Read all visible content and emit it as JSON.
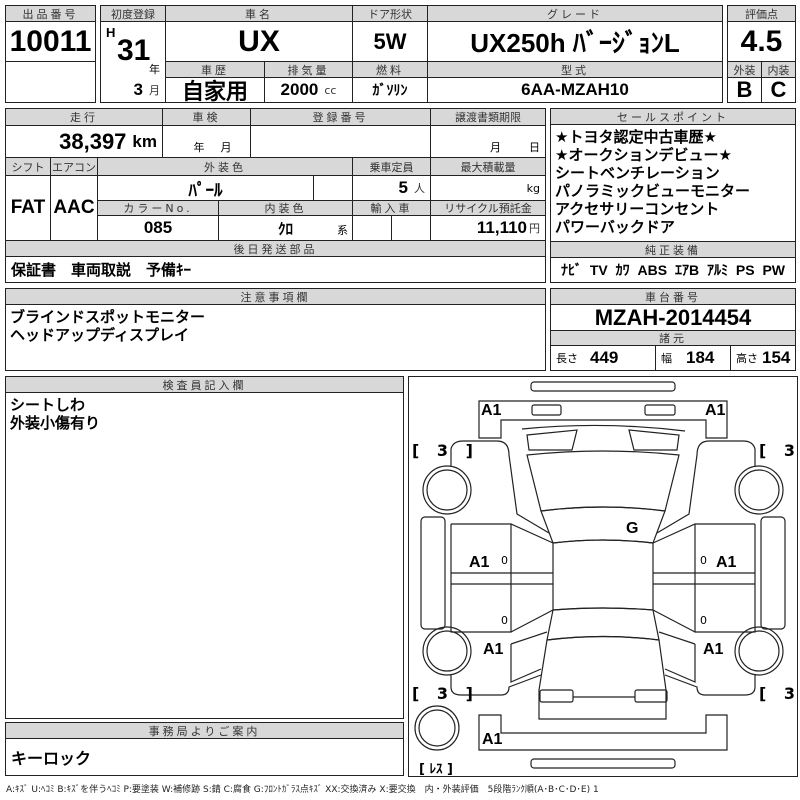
{
  "lot": {
    "label": "出品番号",
    "value": "10011"
  },
  "first_reg": {
    "label": "初度登録",
    "era": "H",
    "year": "31",
    "year_unit": "年",
    "month": "3",
    "month_unit": "月"
  },
  "car_name": {
    "label": "車名",
    "value": "UX"
  },
  "door": {
    "label": "ドア形状",
    "value": "5W"
  },
  "grade": {
    "label": "グレード",
    "value": "UX250h ﾊﾞｰｼﾞｮﾝL"
  },
  "history": {
    "label": "車歴",
    "value": "自家用"
  },
  "displacement": {
    "label": "排気量",
    "value": "2000",
    "unit": "cc"
  },
  "fuel": {
    "label": "燃料",
    "value": "ｶﾞｿﾘﾝ"
  },
  "model": {
    "label": "型式",
    "value": "6AA-MZAH10"
  },
  "score": {
    "label": "評価点",
    "value": "4.5",
    "ext_label": "外装",
    "ext_value": "B",
    "int_label": "内装",
    "int_value": "C"
  },
  "mileage": {
    "label": "走行",
    "value": "38,397",
    "unit": "km"
  },
  "inspection": {
    "label": "車検",
    "year_unit": "年",
    "month_unit": "月"
  },
  "registration": {
    "label": "登録番号"
  },
  "transfer": {
    "label": "譲渡書類期限",
    "month_unit": "月",
    "day_unit": "日"
  },
  "shift": {
    "label": "シフト",
    "value": "FAT"
  },
  "aircon": {
    "label": "エアコン",
    "value": "AAC"
  },
  "ext_color": {
    "label": "外装色",
    "value": "ﾊﾟｰﾙ"
  },
  "capacity": {
    "label": "乗車定員",
    "value": "5",
    "unit": "人"
  },
  "max_load": {
    "label": "最大積載量",
    "unit": "kg"
  },
  "color_no": {
    "label": "カラーNo.",
    "value": "085"
  },
  "int_color": {
    "label": "内装色",
    "value": "ｸﾛ",
    "unit": "系"
  },
  "import": {
    "label": "輸入車"
  },
  "recycle": {
    "label": "リサイクル預託金",
    "value": "11,110",
    "unit": "円"
  },
  "later_parts": {
    "label": "後日発送部品",
    "value": "保証書　車両取説　予備ｷｰ"
  },
  "sales_points": {
    "label": "セールスポイント",
    "items": [
      "★トヨタ認定中古車歴★",
      "★オークションデビュー★",
      "シートベンチレーション",
      "パノラミックビューモニター",
      "アクセサリーコンセント",
      "パワーバックドア"
    ]
  },
  "equipment": {
    "label": "純正装備",
    "value": "ﾅﾋﾞ TV ｶﾜ ABS ｴｱB ｱﾙﾐ PS PW"
  },
  "notes": {
    "label": "注意事項欄",
    "lines": [
      "ブラインドスポットモニター",
      "ヘッドアップディスプレイ"
    ]
  },
  "chassis": {
    "label": "車台番号",
    "value": "MZAH-2014454"
  },
  "specs": {
    "label": "諸元",
    "length_label": "長さ",
    "length": "449",
    "width_label": "幅",
    "width": "184",
    "height_label": "高さ",
    "height": "154"
  },
  "inspector": {
    "label": "検査員記入欄",
    "lines": [
      "シートしわ",
      "外装小傷有り"
    ]
  },
  "office": {
    "label": "事務局よりご案内",
    "value": "キーロック"
  },
  "diagram": {
    "front_left": "A1",
    "front_right": "A1",
    "tire_fl": "[ 3 ]",
    "tire_fr": "[ 3 ]",
    "tire_rl": "[ 3 ]",
    "tire_rr": "[ 3 ]",
    "windshield": "G",
    "left_door": "A1",
    "right_door": "A1",
    "left_rear": "A1",
    "right_rear": "A1",
    "rear_bumper": "A1",
    "spare": "[ ﾚｽ ]",
    "zero": "0"
  },
  "legend": "A:ｷｽﾞ U:ﾍｺﾐ B:ｷｽﾞを伴うﾍｺﾐ P:要塗装 W:補修跡 S:錆 C:腐食 G:ﾌﾛﾝﾄｶﾞﾗｽ点ｷｽﾞ XX:交換済み X:要交換　内・外装評価　5段階ﾗﾝｸ順(A･B･C･D･E) 1"
}
